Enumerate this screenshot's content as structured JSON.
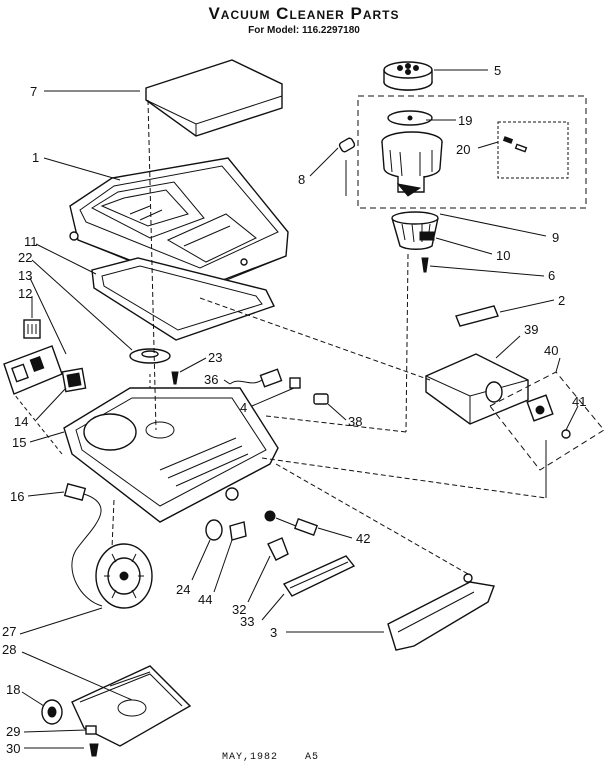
{
  "header": {
    "title": "Vacuum Cleaner Parts",
    "subtitle": "For Model: 116.2297180"
  },
  "footer": {
    "date": "MAY,1982",
    "revision": "A5"
  },
  "callouts": [
    {
      "id": "c5",
      "text": "5"
    },
    {
      "id": "c7",
      "text": "7"
    },
    {
      "id": "c19",
      "text": "19"
    },
    {
      "id": "c1",
      "text": "1"
    },
    {
      "id": "c20",
      "text": "20"
    },
    {
      "id": "c8",
      "text": "8"
    },
    {
      "id": "c9",
      "text": "9"
    },
    {
      "id": "c11",
      "text": "11"
    },
    {
      "id": "c10",
      "text": "10"
    },
    {
      "id": "c22",
      "text": "22"
    },
    {
      "id": "c6",
      "text": "6"
    },
    {
      "id": "c13",
      "text": "13"
    },
    {
      "id": "c12",
      "text": "12"
    },
    {
      "id": "c2",
      "text": "2"
    },
    {
      "id": "c39",
      "text": "39"
    },
    {
      "id": "c23",
      "text": "23"
    },
    {
      "id": "c40",
      "text": "40"
    },
    {
      "id": "c36",
      "text": "36"
    },
    {
      "id": "c4",
      "text": "4"
    },
    {
      "id": "c14",
      "text": "14"
    },
    {
      "id": "c41",
      "text": "41"
    },
    {
      "id": "c38",
      "text": "38"
    },
    {
      "id": "c15",
      "text": "15"
    },
    {
      "id": "c16",
      "text": "16"
    },
    {
      "id": "c42",
      "text": "42"
    },
    {
      "id": "c24",
      "text": "24"
    },
    {
      "id": "c44",
      "text": "44"
    },
    {
      "id": "c32",
      "text": "32"
    },
    {
      "id": "c33",
      "text": "33"
    },
    {
      "id": "c27",
      "text": "27"
    },
    {
      "id": "c3",
      "text": "3"
    },
    {
      "id": "c28",
      "text": "28"
    },
    {
      "id": "c18",
      "text": "18"
    },
    {
      "id": "c29",
      "text": "29"
    },
    {
      "id": "c30",
      "text": "30"
    }
  ]
}
